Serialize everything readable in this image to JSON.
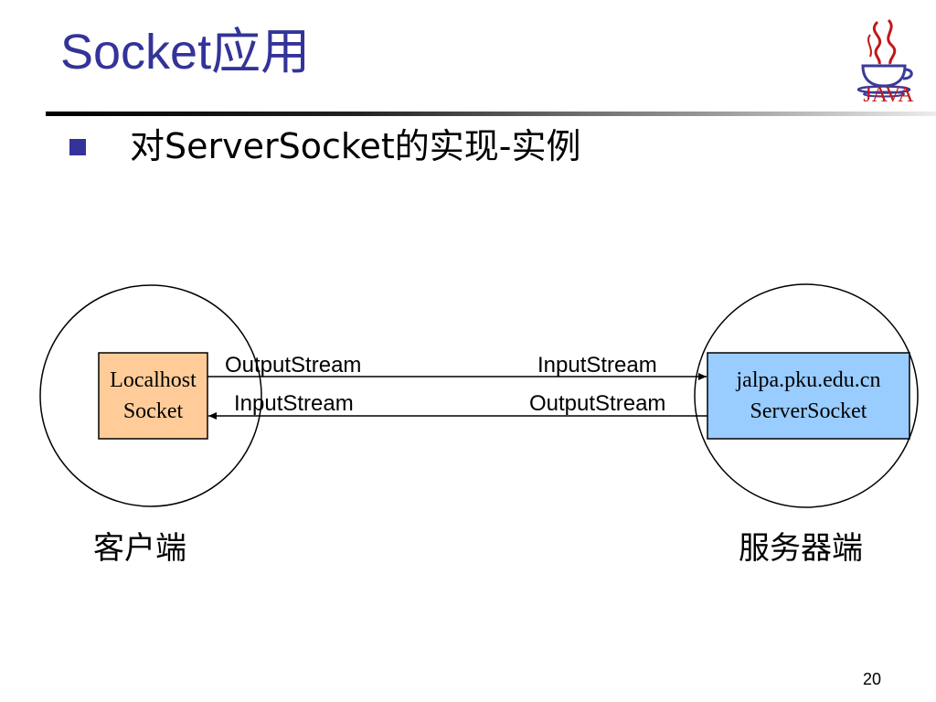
{
  "slide": {
    "title": "Socket应用",
    "logo_text": "JAVA",
    "bullet_text": "对ServerSocket的实现-实例",
    "page_number": "20"
  },
  "diagram": {
    "client_box": {
      "line1": "Localhost",
      "line2": "Socket"
    },
    "server_box": {
      "line1": "jalpa.pku.edu.cn",
      "line2": "ServerSocket"
    },
    "streams": {
      "client_output": "OutputStream",
      "client_input": "InputStream",
      "server_input": "InputStream",
      "server_output": "OutputStream"
    },
    "client_side_label": "客户端",
    "server_side_label": "服务器端"
  },
  "colors": {
    "title": "#333399",
    "bullet": "#333399",
    "client_box_fill": "#FFCC99",
    "server_box_fill": "#99CCFF",
    "logo_red": "#C01818",
    "logo_blue": "#3A3A9A"
  }
}
